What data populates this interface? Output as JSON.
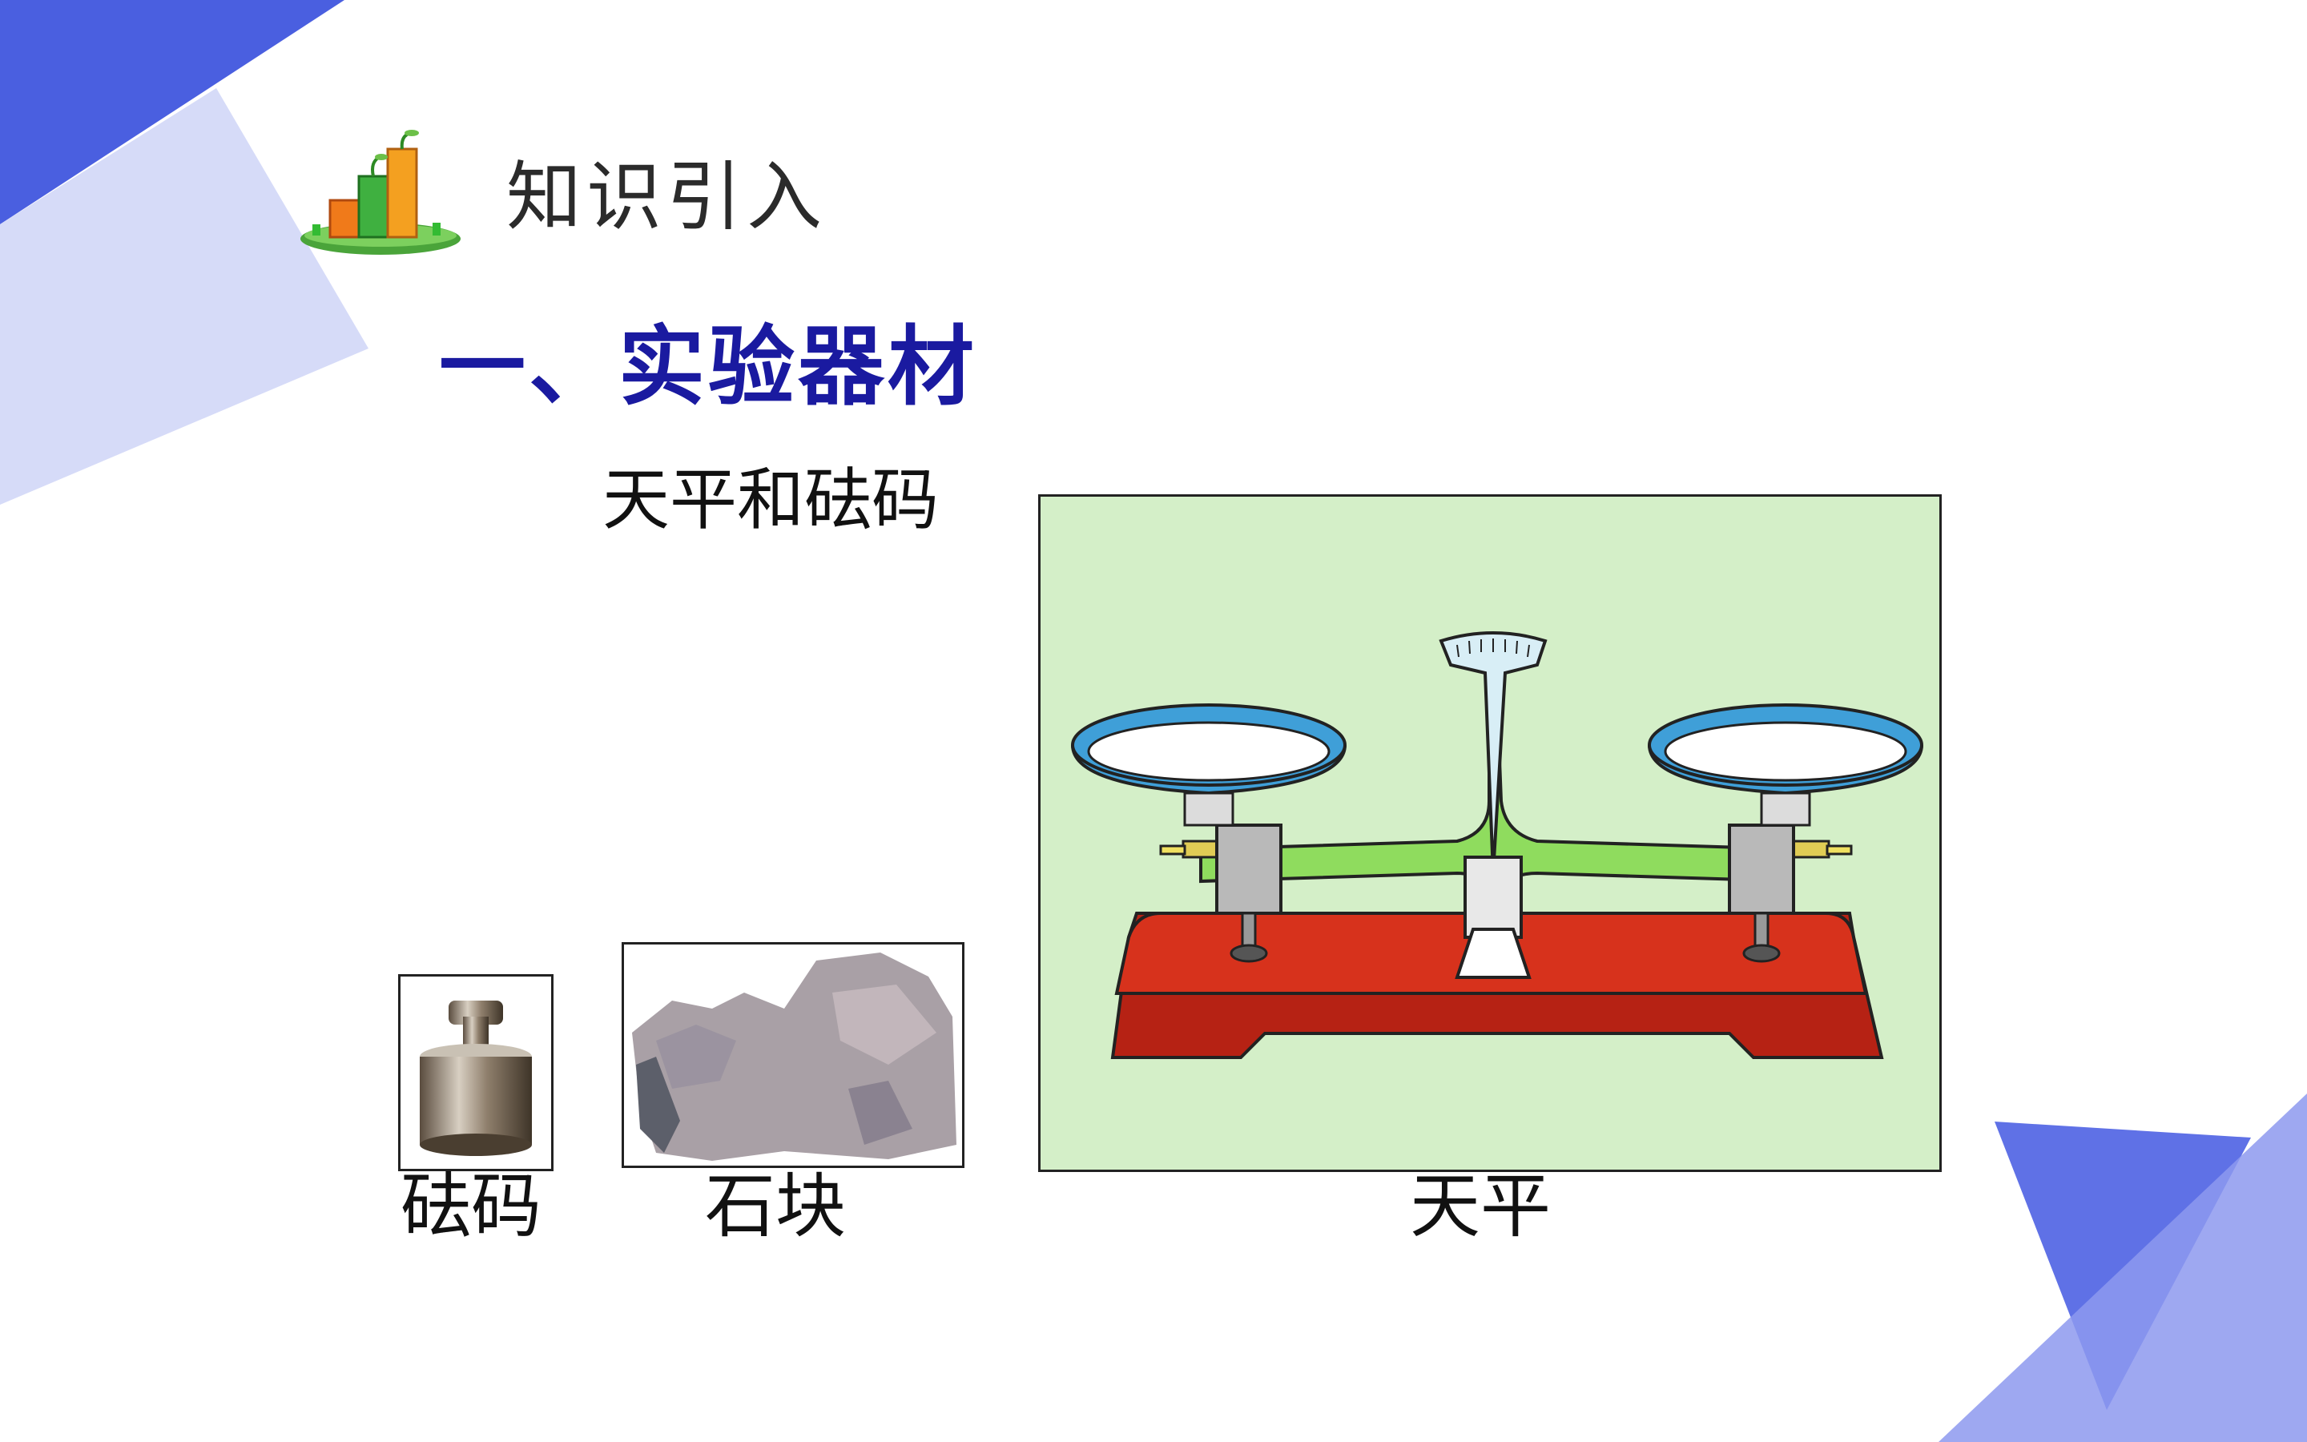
{
  "header": {
    "title": "知识引入",
    "logo_icon": "bar-chart-plant-icon"
  },
  "section": {
    "title": "一、实验器材",
    "intro": "天平和砝码"
  },
  "figures": {
    "weight_caption": "砝码",
    "stone_caption": "石块",
    "balance_caption": "天平"
  },
  "colors": {
    "accent_blue": "#4a5fe0",
    "light_blue": "#d6dbf8",
    "title_blue": "#1a1aa0",
    "panel_green": "#d4efc8",
    "balance_red": "#d7321c",
    "pan_blue": "#3f9fd8",
    "beam_green": "#8fdc5e"
  }
}
